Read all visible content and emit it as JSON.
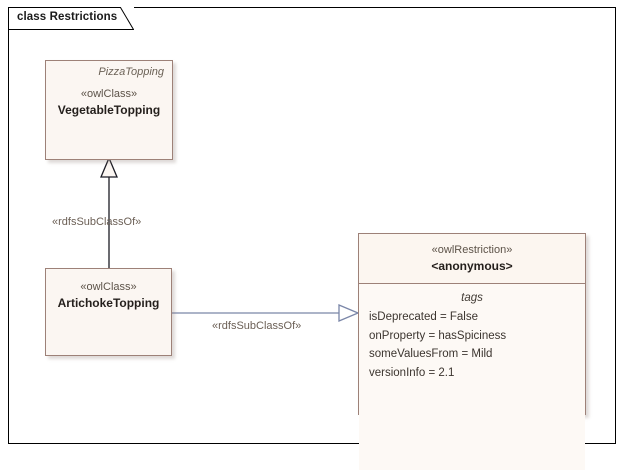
{
  "frame": {
    "tab_label": "class Restrictions"
  },
  "nodes": {
    "vegetable_topping": {
      "namespace": "PizzaTopping",
      "stereotype": "«owlClass»",
      "name": "VegetableTopping"
    },
    "artichoke_topping": {
      "stereotype": "«owlClass»",
      "name": "ArtichokeTopping"
    },
    "restriction": {
      "stereotype": "«owlRestriction»",
      "name": "<anonymous>",
      "compartment_title": "tags",
      "tags": [
        "isDeprecated = False",
        "onProperty = hasSpiciness",
        "someValuesFrom = Mild",
        "versionInfo = 2.1"
      ]
    }
  },
  "edges": {
    "generalization_vertical": {
      "label": "«rdfsSubClassOf»"
    },
    "generalization_horizontal": {
      "label": "«rdfsSubClassOf»"
    }
  },
  "colors": {
    "node_border": "#9d8178",
    "node_fill": "#fbf6f2",
    "edge_dark": "#1b1b24",
    "edge_blue": "#7a86a8",
    "frame_border": "#000000",
    "canvas": "#ffffff"
  }
}
